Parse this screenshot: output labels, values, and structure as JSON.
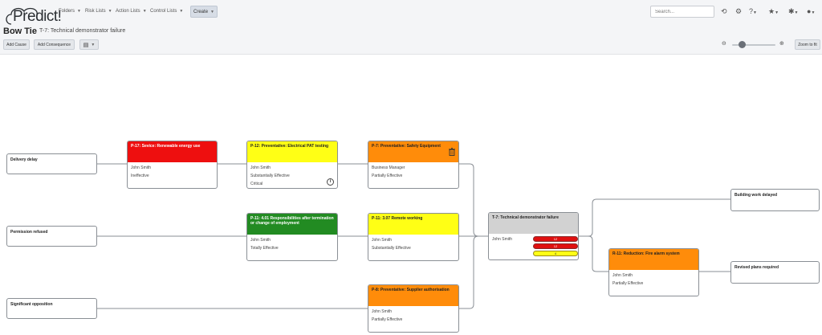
{
  "app": {
    "name": "Predict!"
  },
  "nav": {
    "items": [
      {
        "label": "Folders"
      },
      {
        "label": "Risk Lists"
      },
      {
        "label": "Action Lists"
      },
      {
        "label": "Control Lists"
      }
    ],
    "create_label": "Create"
  },
  "search": {
    "placeholder": "Search..."
  },
  "topbar_icons": [
    "history-icon",
    "gear-icon",
    "help-icon",
    "star-icon",
    "settings-star-icon",
    "user-icon"
  ],
  "page": {
    "title": "Bow Tie",
    "subtitle": "T-7: Technical demonstrator failure"
  },
  "toolbar": {
    "add_cause": "Add Cause",
    "add_consequence": "Add Consequence",
    "zoom_to_fit": "Zoom to fit"
  },
  "causes": [
    {
      "label": "Delivery delay"
    },
    {
      "label": "Permission refused"
    },
    {
      "label": "Significant opposition"
    }
  ],
  "controls": [
    {
      "title": "P-17: Sevice: Renewable energy use",
      "owner": "John Smith",
      "status": "Ineffective",
      "color": "#ee0f0f"
    },
    {
      "title": "P-12: Preventative: Electrical PAT testing",
      "owner": "John Smith",
      "status": "Substantially Effective",
      "extra": "Critical",
      "color": "#ffff15"
    },
    {
      "title": "P-7: Preventative: Safety Equipment",
      "owner": "Business Manager",
      "status": "Partially Effective",
      "color": "#ff8c0a"
    },
    {
      "title": "P-11: 4.01 Responsibilities after termination or change of employment",
      "owner": "John Smith",
      "status": "Totally Effective",
      "color": "#228b22"
    },
    {
      "title": "P-11: 3.07 Remote working",
      "owner": "John Smith",
      "status": "Substantially Effective",
      "color": "#ffff15"
    },
    {
      "title": "P-8: Preventative: Supplier authorisation",
      "owner": "John Smith",
      "status": "Partially Effective",
      "color": "#ff8c0a"
    },
    {
      "title": "R-11: Reduction: Fire alarm system",
      "owner": "John Smith",
      "status": "Partially Effective",
      "color": "#ff8c0a"
    }
  ],
  "event": {
    "title": "T-7: Technical demonstrator failure",
    "owner": "John Smith",
    "scores": [
      {
        "value": "12",
        "color": "#e01010"
      },
      {
        "value": "12",
        "color": "#e01010"
      },
      {
        "value": "4",
        "color": "#ffff15"
      }
    ]
  },
  "consequences": [
    {
      "label": "Building work delayed"
    },
    {
      "label": "Revised plans required"
    }
  ]
}
